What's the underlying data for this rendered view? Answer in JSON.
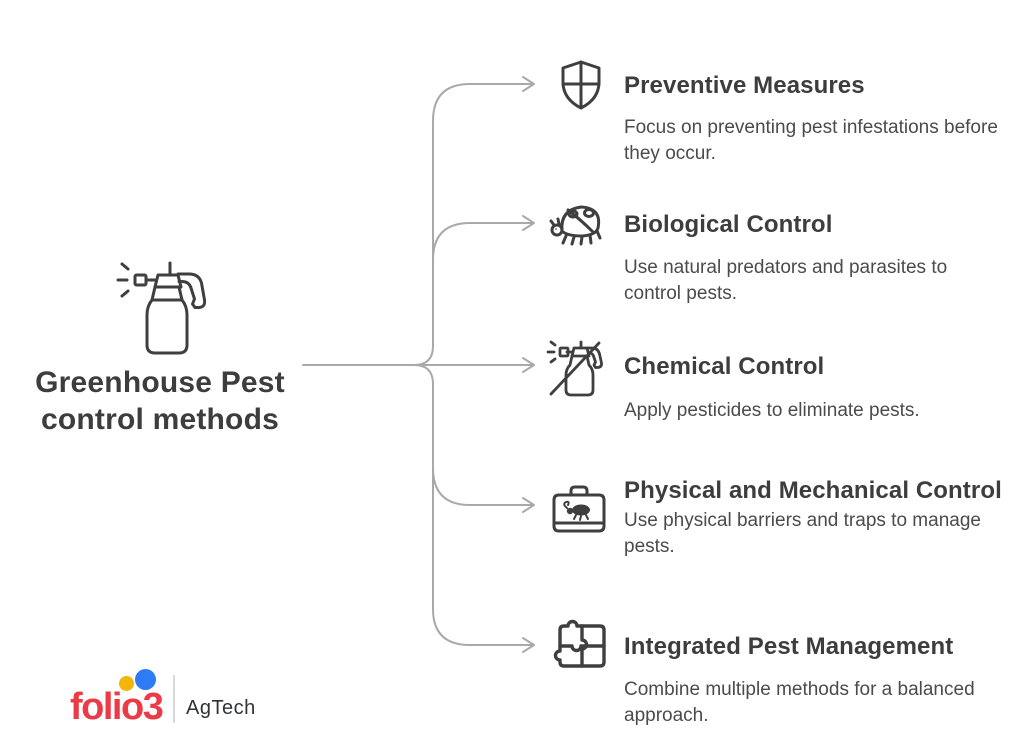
{
  "title": "Greenhouse Pest control methods",
  "center_icon": "spray-bottle-icon",
  "branches": [
    {
      "icon": "shield-icon",
      "heading": "Preventive Measures",
      "description": "Focus on preventing pest infestations before they occur."
    },
    {
      "icon": "beetle-icon",
      "heading": "Biological Control",
      "description": "Use natural predators and parasites to control pests."
    },
    {
      "icon": "no-spray-icon",
      "heading": "Chemical Control",
      "description": "Apply pesticides to eliminate pests."
    },
    {
      "icon": "pest-trap-icon",
      "heading": "Physical and Mechanical Control",
      "description": "Use physical barriers and traps to manage pests."
    },
    {
      "icon": "puzzle-icon",
      "heading": "Integrated Pest Management",
      "description": "Combine multiple methods for a balanced approach."
    }
  ],
  "logo": {
    "brand": "folio3",
    "suffix": "AgTech",
    "colors": {
      "brand_red": "#EC3B46",
      "dot_yellow": "#F2B50A",
      "dot_blue": "#2E7BF6"
    }
  },
  "colors": {
    "connector_line": "#A9A9A9",
    "icon_stroke": "#3F3F3F",
    "heading_text": "#3D3D3D",
    "body_text": "#4B4B4B",
    "background": "#FFFFFF"
  }
}
